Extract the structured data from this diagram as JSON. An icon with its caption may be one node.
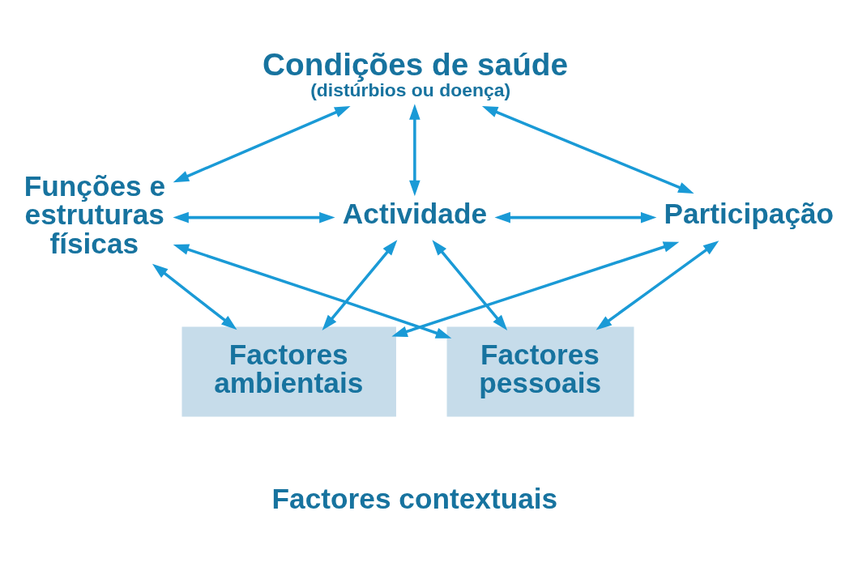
{
  "diagram": {
    "nodes": [
      {
        "text": [
          "Condições de saúde",
          "(distúrbios ou doença)"
        ]
      },
      {
        "text": [
          "Funções e estruturas físicas"
        ]
      },
      {
        "text": [
          "Actividade"
        ]
      },
      {
        "text": [
          "Participação"
        ]
      },
      {
        "text": [
          "Factores contextuais"
        ]
      },
      {
        "text": [
          "Factores ambientais"
        ]
      },
      {
        "text": [
          "Factores pessoais"
        ]
      }
    ],
    "edges": [
      {
        "from": 0,
        "to": 1,
        "arrow": "both"
      },
      {
        "from": 0,
        "to": 2,
        "arrow": "both"
      },
      {
        "from": 0,
        "to": 3,
        "arrow": "both"
      },
      {
        "from": 1,
        "to": 2,
        "arrow": "both"
      },
      {
        "from": 2,
        "to": 3,
        "arrow": "both"
      },
      {
        "from": 1,
        "to": 5,
        "arrow": "both"
      },
      {
        "from": 2,
        "to": 5,
        "arrow": "both"
      },
      {
        "from": 3,
        "to": 5,
        "arrow": "both"
      },
      {
        "from": 1,
        "to": 6,
        "arrow": "both"
      },
      {
        "from": 2,
        "to": 6,
        "arrow": "both"
      },
      {
        "from": 3,
        "to": 6,
        "arrow": "both"
      }
    ]
  }
}
